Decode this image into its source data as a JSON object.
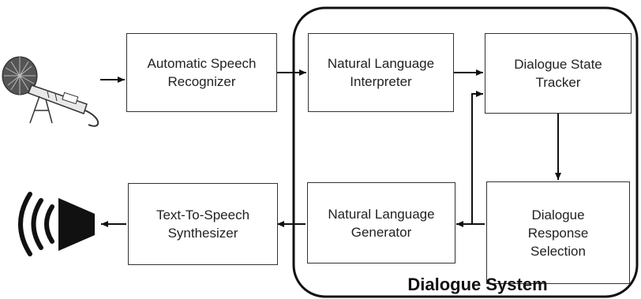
{
  "nodes": {
    "asr": "Automatic Speech\nRecognizer",
    "nli": "Natural Language\nInterpreter",
    "dst": "Dialogue State\nTracker",
    "drs": "Dialogue\nResponse\nSelection",
    "nlg": "Natural Language\nGenerator",
    "tts": "Text-To-Speech\nSynthesizer"
  },
  "group_label": "Dialogue System",
  "icons": {
    "input": "microphone-icon",
    "output": "speaker-icon"
  },
  "colors": {
    "stroke": "#111111",
    "box_border": "#333333",
    "text": "#222222"
  }
}
